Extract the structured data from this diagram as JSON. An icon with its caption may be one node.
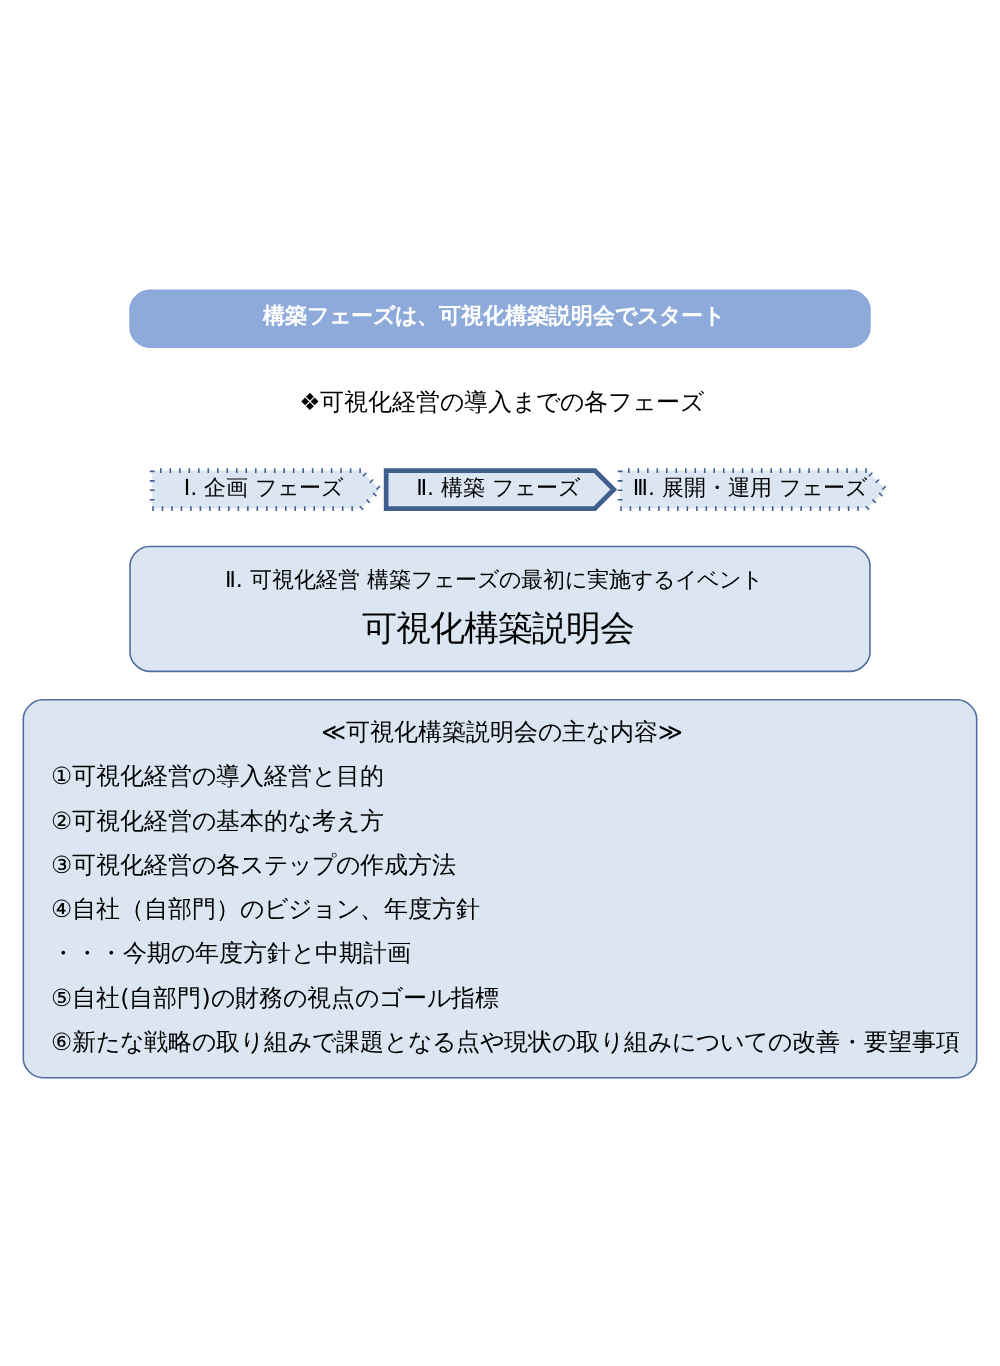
{
  "diagram": {
    "nodes": [
      {
        "text": [
          "構築フェーズは、可視化構築説明会でスタート"
        ]
      },
      {
        "text": [
          "Ⅰ. 企画 フェーズ"
        ]
      },
      {
        "text": [
          "Ⅱ. 構築 フェーズ"
        ]
      },
      {
        "text": [
          "Ⅲ. 展開・運用 フェーズ"
        ]
      },
      {
        "text": [
          "Ⅱ. 可視化経営 構築フェーズの最初に実施するイベント",
          "可視化構築説明会"
        ]
      },
      {
        "text": [
          "≪可視化構築説明会の主な内容≫",
          "①可視化経営の導入経営と目的",
          "②可視化経営の基本的な考え方",
          "③可視化経営の各ステップの作成方法",
          "④自社（自部門）のビジョン、年度方針",
          "・・・今期の年度方針と中期計画",
          "⑤自社(自部門)の財務の視点のゴール指標",
          "⑥新たな戦略の取り組みで課題となる点や現状の取り組みについての改善・要望事項"
        ]
      }
    ],
    "edges": [],
    "labels": [
      "❖可視化経営の導入までの各フェーズ"
    ]
  }
}
